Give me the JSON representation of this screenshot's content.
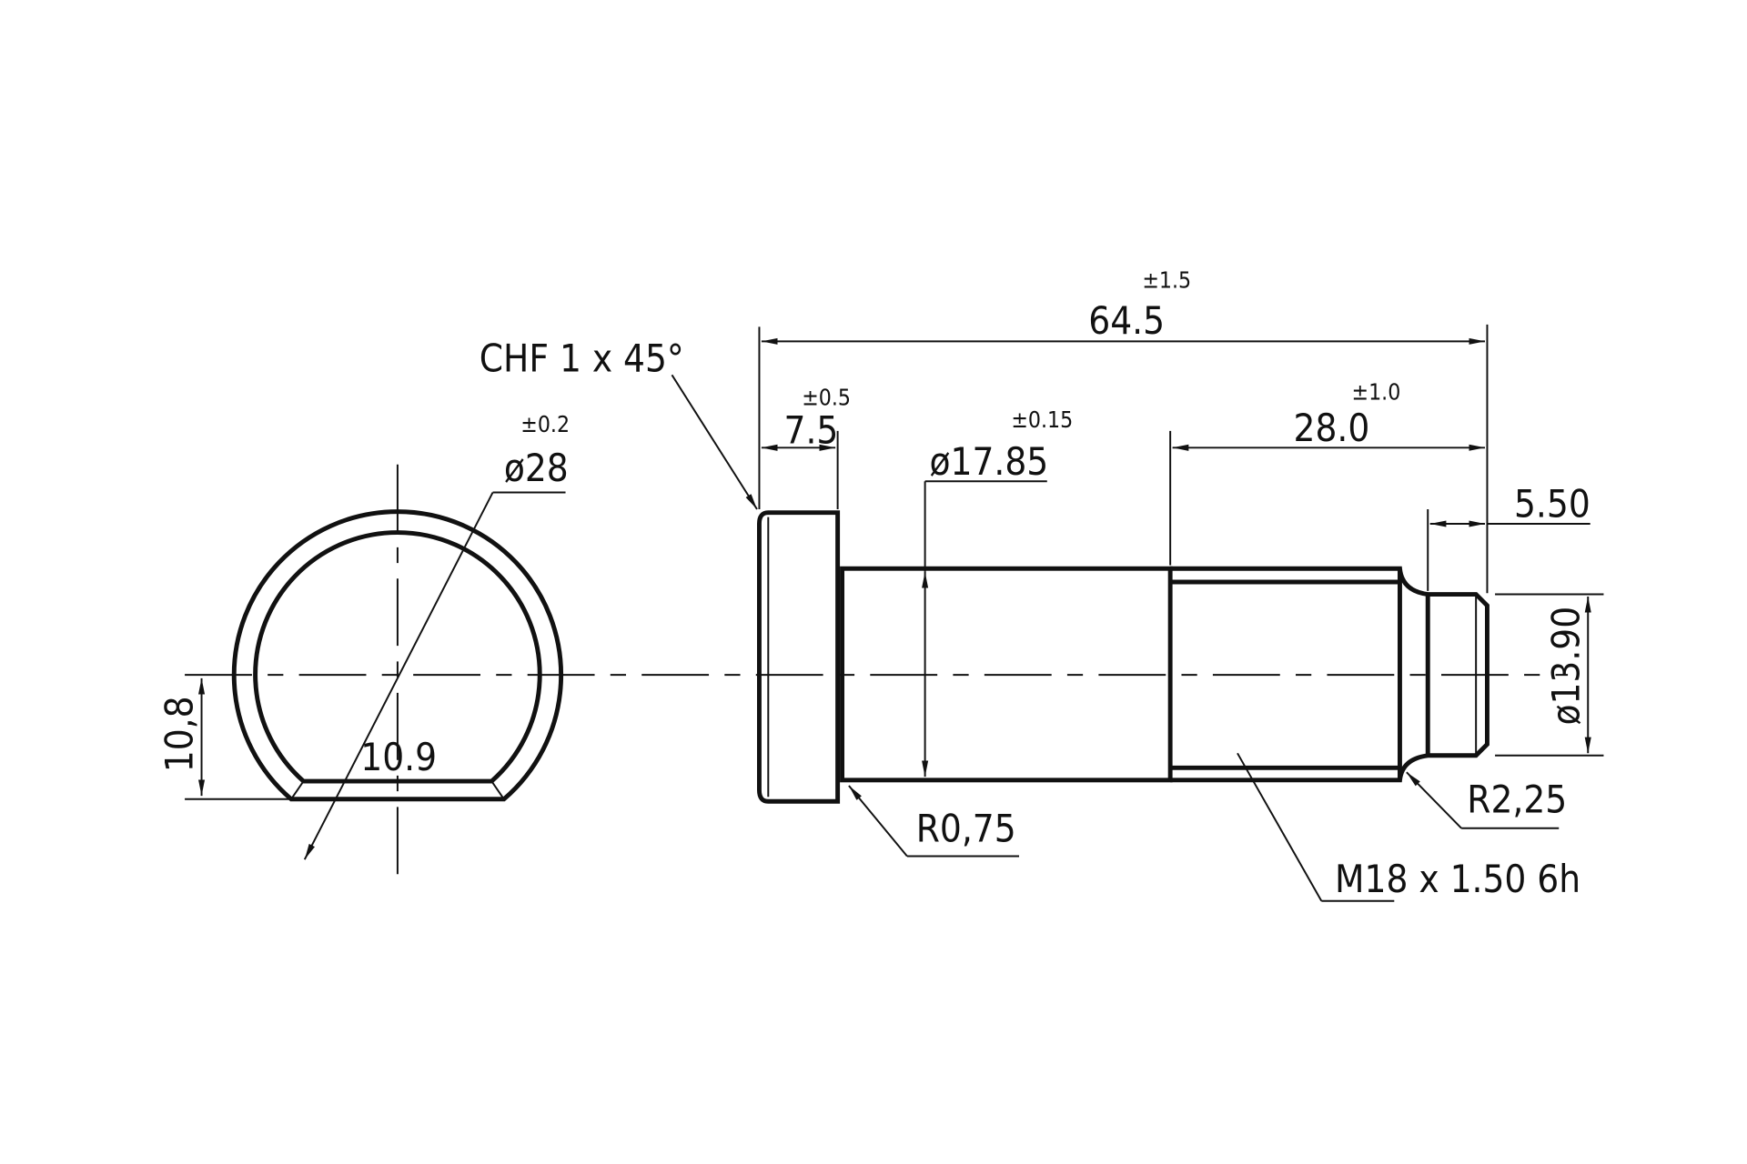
{
  "drawing": {
    "chamfer_note": "CHF 1 x 45°",
    "end_view": {
      "diameter": "ø28",
      "diameter_tol": "±0.2",
      "flat_height": "10,8",
      "flat_depth": "10.9"
    },
    "side_view": {
      "overall_length": "64.5",
      "overall_length_tol": "±1.5",
      "head_length": "7.5",
      "head_length_tol": "±0.5",
      "shank_diameter": "ø17.85",
      "shank_diameter_tol": "±0.15",
      "thread_length": "28.0",
      "thread_length_tol": "±1.0",
      "tip_length": "5.50",
      "tip_diameter": "ø13.90",
      "head_fillet": "R0,75",
      "neck_fillet": "R2,25",
      "thread_spec": "M18 x 1.50 6h"
    }
  }
}
